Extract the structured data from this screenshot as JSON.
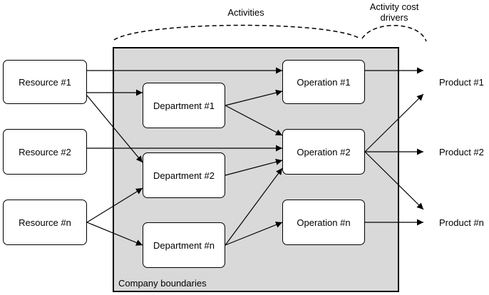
{
  "header": {
    "activities_label": "Activities",
    "activity_cost_drivers_label": "Activity cost drivers"
  },
  "company": {
    "boundary_label": "Company boundaries"
  },
  "resources": [
    {
      "id": "r1",
      "label": "Resource #1"
    },
    {
      "id": "r2",
      "label": "Resource #2"
    },
    {
      "id": "rn",
      "label": "Resource #n"
    }
  ],
  "departments": [
    {
      "id": "d1",
      "label": "Department #1"
    },
    {
      "id": "d2",
      "label": "Department #2"
    },
    {
      "id": "dn",
      "label": "Department #n"
    }
  ],
  "operations": [
    {
      "id": "o1",
      "label": "Operation #1"
    },
    {
      "id": "o2",
      "label": "Operation #2"
    },
    {
      "id": "on",
      "label": "Operation #n"
    }
  ],
  "products": [
    {
      "id": "p1",
      "label": "Product #1"
    },
    {
      "id": "p2",
      "label": "Product #2"
    },
    {
      "id": "pn",
      "label": "Product #n"
    }
  ],
  "connections": [
    [
      "r1",
      "o1"
    ],
    [
      "r1",
      "d1"
    ],
    [
      "r1",
      "d2"
    ],
    [
      "r2",
      "o2"
    ],
    [
      "rn",
      "d2"
    ],
    [
      "rn",
      "dn"
    ],
    [
      "d1",
      "o1"
    ],
    [
      "d1",
      "o2"
    ],
    [
      "d2",
      "o2"
    ],
    [
      "dn",
      "o2"
    ],
    [
      "dn",
      "on"
    ],
    [
      "o1",
      "p1"
    ],
    [
      "o2",
      "p1"
    ],
    [
      "o2",
      "p2"
    ],
    [
      "o2",
      "pn"
    ],
    [
      "on",
      "pn"
    ]
  ]
}
